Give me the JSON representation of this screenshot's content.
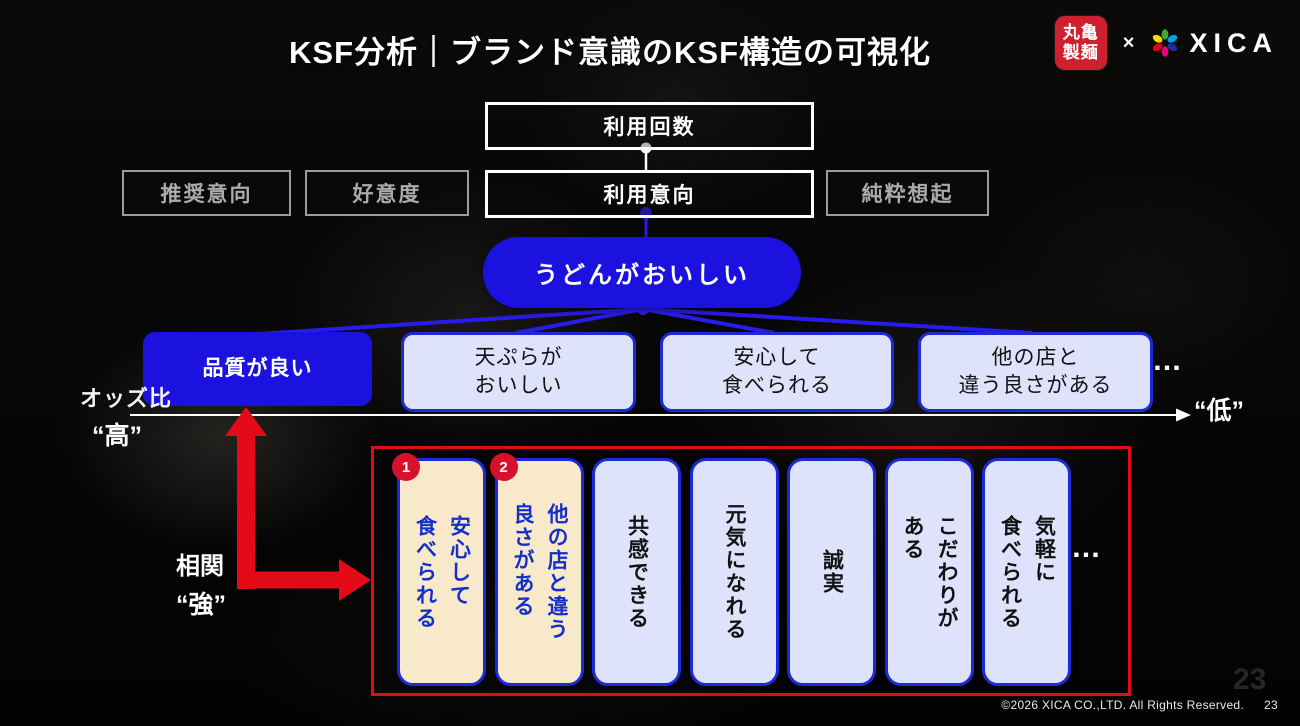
{
  "slide": {
    "title": "KSF分析｜ブランド意識のKSF構造の可視化",
    "footer_copyright": "©2026 XICA CO.,LTD. All Rights Reserved.",
    "page_number": "23",
    "watermark_page_number": "23"
  },
  "header_logos": {
    "marugame_seimen": {
      "top": "丸亀",
      "bottom": "製麺"
    },
    "collab_x": "×",
    "xica_wordmark": "XICA"
  },
  "tree": {
    "usage_count": "利用回数",
    "usage_intent": "利用意向",
    "dimmed": [
      "推奨意向",
      "好意度",
      "純粋想起"
    ],
    "root": "うどんがおいしい",
    "factors": [
      {
        "label": "品質が良い",
        "highlight": true
      },
      {
        "label": "天ぷらが\nおいしい",
        "highlight": false
      },
      {
        "label": "安心して\n食べられる",
        "highlight": false
      },
      {
        "label": "他の店と\n違う良さがある",
        "highlight": false
      }
    ],
    "factors_ellipsis": "…"
  },
  "odds_axis": {
    "label": "オッズ比",
    "high": "“高”",
    "low": "“低”"
  },
  "correlation": {
    "label": "相関",
    "strong": "“強”"
  },
  "subfactors": {
    "items": [
      {
        "label": "安心して\n食べられる",
        "badge": "1",
        "highlight": true
      },
      {
        "label": "他の店と違う\n良さがある",
        "badge": "2",
        "highlight": true
      },
      {
        "label": "共感できる",
        "highlight": false
      },
      {
        "label": "元気になれる",
        "highlight": false
      },
      {
        "label": "誠実",
        "highlight": false
      },
      {
        "label": "こだわりが\nある",
        "highlight": false
      },
      {
        "label": "気軽に\n食べられる",
        "highlight": false
      }
    ],
    "ellipsis": "…"
  },
  "colors": {
    "accent_blue": "#1b12e0",
    "light_blue_fill": "#dfe2fb",
    "cream_fill": "#f7e9ca",
    "accent_red": "#e30b17",
    "badge_red": "#d6112b",
    "marugame_red": "#cf2030",
    "dimmed_gray": "#9c9c9c"
  }
}
